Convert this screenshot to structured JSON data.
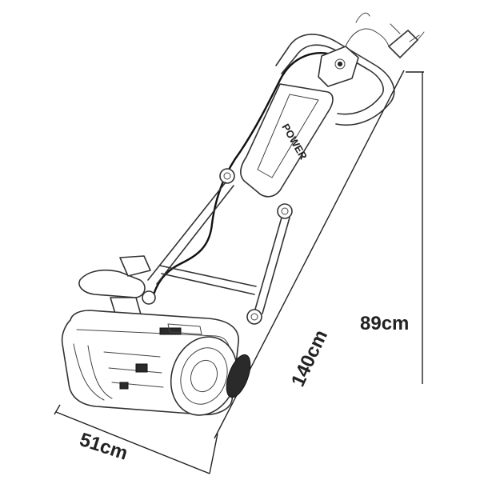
{
  "diagram": {
    "brand_text": "POWER",
    "dimensions": {
      "width_label": "51cm",
      "length_label": "140cm",
      "height_label": "89cm"
    },
    "colors": {
      "line": "#333333",
      "text": "#222222",
      "background": "#ffffff"
    }
  }
}
